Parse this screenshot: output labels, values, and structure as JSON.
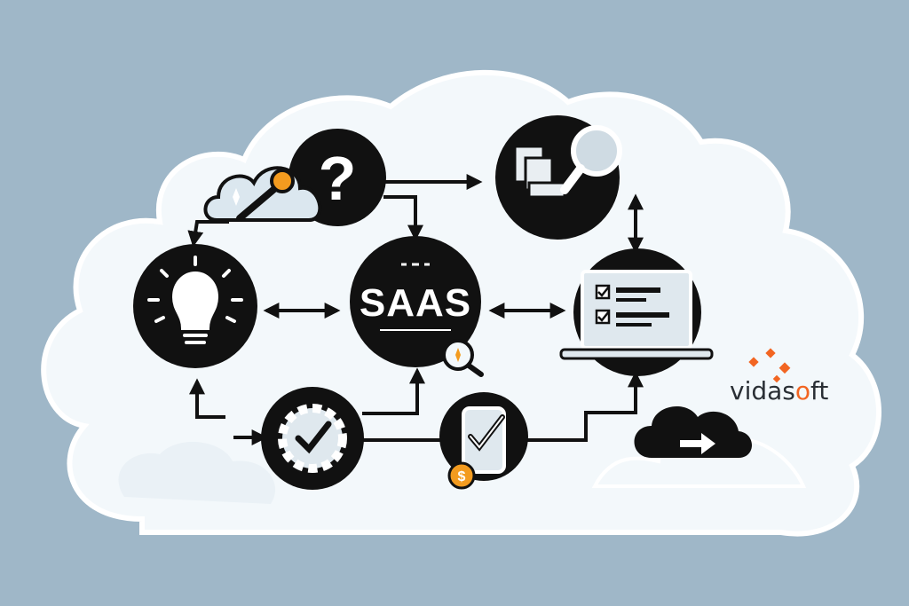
{
  "diagram": {
    "center_label": "SAAS",
    "logo_text_prefix": "vidas",
    "logo_text_suffix": "ft"
  },
  "nodes": [
    {
      "id": "question",
      "icon": "cloud-question-icon"
    },
    {
      "id": "search",
      "icon": "documents-search-icon"
    },
    {
      "id": "idea",
      "icon": "lightbulb-icon"
    },
    {
      "id": "saas",
      "icon": "saas-hub-icon"
    },
    {
      "id": "laptop",
      "icon": "laptop-checklist-icon"
    },
    {
      "id": "settings",
      "icon": "gear-check-icon"
    },
    {
      "id": "mobile",
      "icon": "phone-check-icon"
    },
    {
      "id": "upload",
      "icon": "cloud-arrow-icon"
    }
  ],
  "colors": {
    "background": "#9fb7c8",
    "cloud": "#f3f8fb",
    "node": "#111111",
    "accent": "#f39b1f",
    "logo_accent": "#f26522"
  }
}
